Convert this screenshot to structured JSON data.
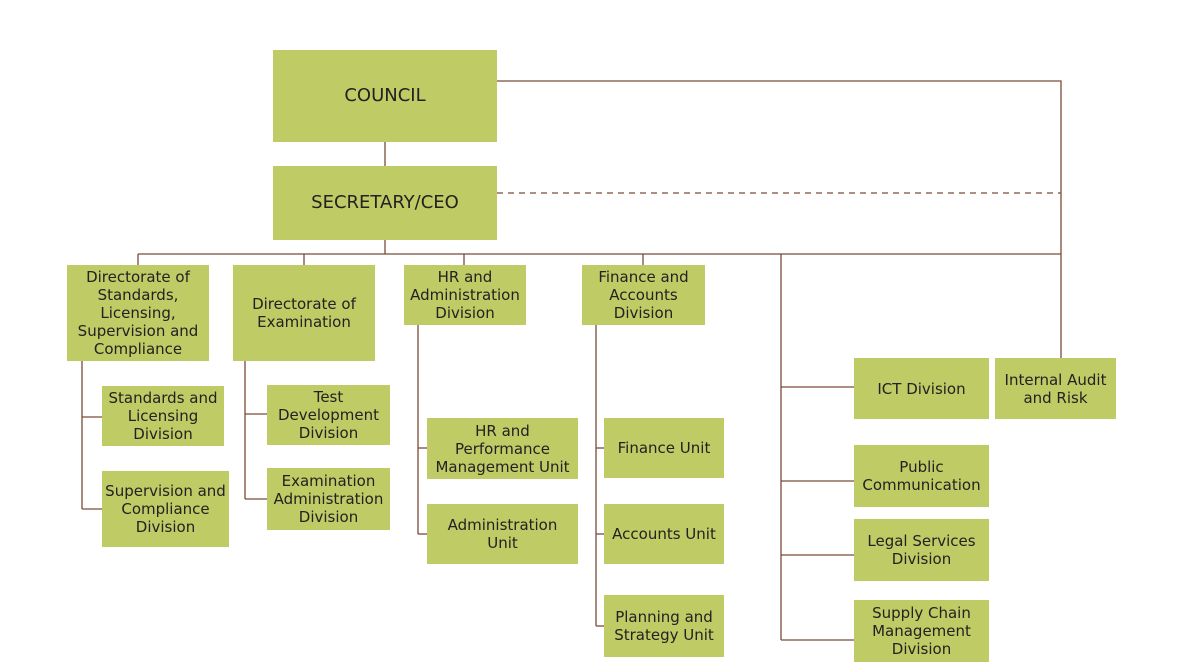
{
  "chart": {
    "council": "COUNCIL",
    "ceo": "SECRETARY/CEO",
    "standards_directorate": "Directorate of\nStandards,\nLicensing,\nSupervision and\nCompliance",
    "standards_licensing_div": "Standards and\nLicensing\nDivision",
    "supervision_compliance_div": "Supervision and\nCompliance\nDivision",
    "examination_directorate": "Directorate of\nExamination",
    "test_development_div": "Test\nDevelopment\nDivision",
    "exam_admin_div": "Examination\nAdministration\nDivision",
    "hr_admin_div": "HR and\nAdministration\nDivision",
    "hr_performance_unit": "HR and\nPerformance\nManagement Unit",
    "administration_unit": "Administration\nUnit",
    "finance_accounts_div": "Finance and\nAccounts\nDivision",
    "finance_unit": "Finance Unit",
    "accounts_unit": "Accounts Unit",
    "planning_strategy_unit": "Planning and\nStrategy Unit",
    "ict_div": "ICT Division",
    "public_communication": "Public\nCommunication",
    "legal_services_div": "Legal Services\nDivision",
    "supply_chain_div": "Supply Chain\nManagement\nDivision",
    "internal_audit": "Internal Audit\nand Risk"
  },
  "colors": {
    "box_fill": "#bfcb65",
    "connector": "#7a4a38",
    "text": "#222222"
  }
}
